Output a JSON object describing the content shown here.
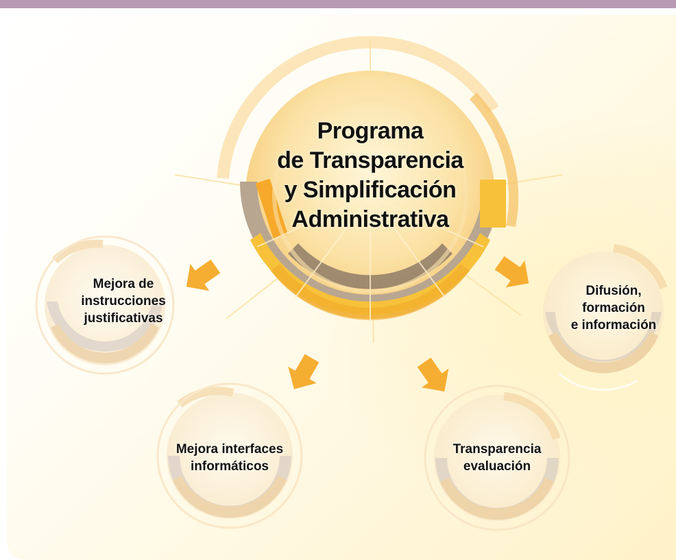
{
  "colors": {
    "top_rule": "#b799b2",
    "ring_gold": "#f7c13a",
    "ring_gray": "#b8a691",
    "ring_light": "#f9d89a",
    "arrow": "#f6ae32"
  },
  "main": {
    "title_lines": [
      "Programa",
      "de Transparencia",
      "y Simplificación",
      "Administrativa"
    ]
  },
  "satellites": {
    "left": {
      "lines": [
        "Mejora de",
        "instrucciones",
        "justificativas"
      ]
    },
    "right": {
      "lines": [
        "Difusión,",
        "formación",
        "e información"
      ]
    },
    "bottom_left": {
      "lines": [
        "Mejora interfaces",
        "informáticos"
      ]
    },
    "bottom_right": {
      "lines": [
        "Transparencia",
        "evaluación"
      ]
    }
  },
  "icons": {
    "arrows": [
      "arrow-left-down-icon",
      "arrow-right-down-icon",
      "arrow-down-left-icon",
      "arrow-down-right-icon"
    ]
  }
}
